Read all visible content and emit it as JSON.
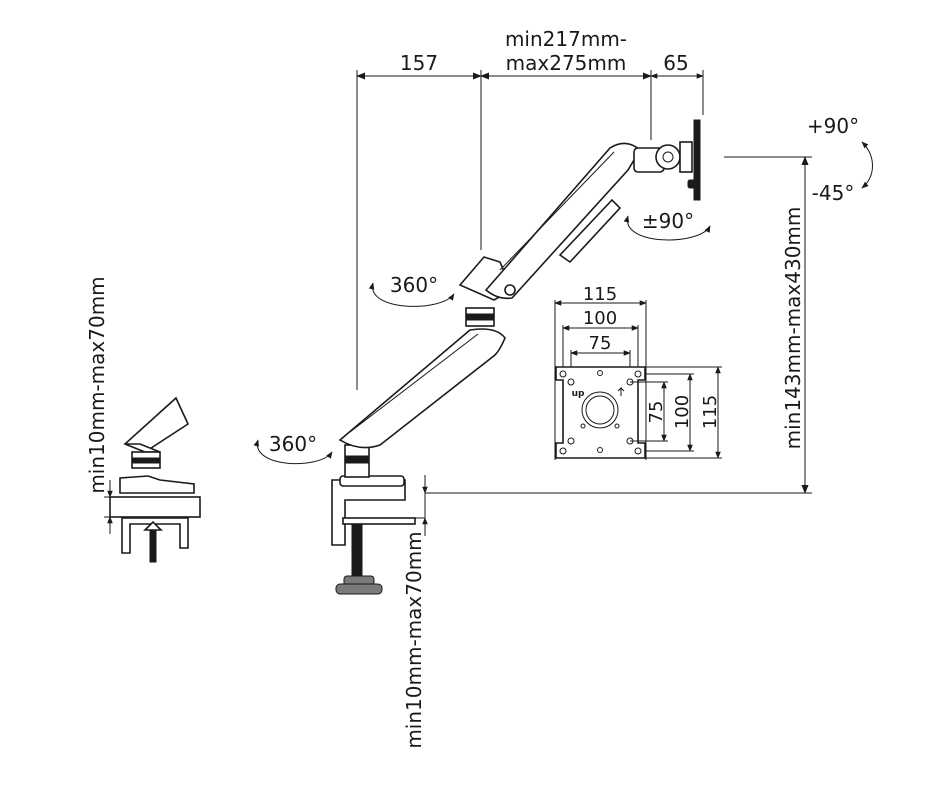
{
  "dimensions": {
    "offset_157": "157",
    "arm_range_line1": "min217mm-",
    "arm_range_line2": "max275mm",
    "offset_65": "65",
    "height_range": "min143mm-max430mm",
    "desk_thickness_side": "min10mm-max70mm",
    "desk_thickness_main": "min10mm-max70mm"
  },
  "rotations": {
    "tilt_up": "+90°",
    "tilt_down": "-45°",
    "swivel_head": "±90°",
    "rotate_elbow": "360°",
    "rotate_base": "360°"
  },
  "vesa": {
    "width_115": "115",
    "width_100": "100",
    "width_75": "75",
    "height_75": "75",
    "height_100": "100",
    "height_115": "115",
    "up_marker": "up"
  },
  "icons": {
    "rotation": "curved-double-arrow-icon",
    "dimension": "arrowhead-dimension-icon"
  }
}
